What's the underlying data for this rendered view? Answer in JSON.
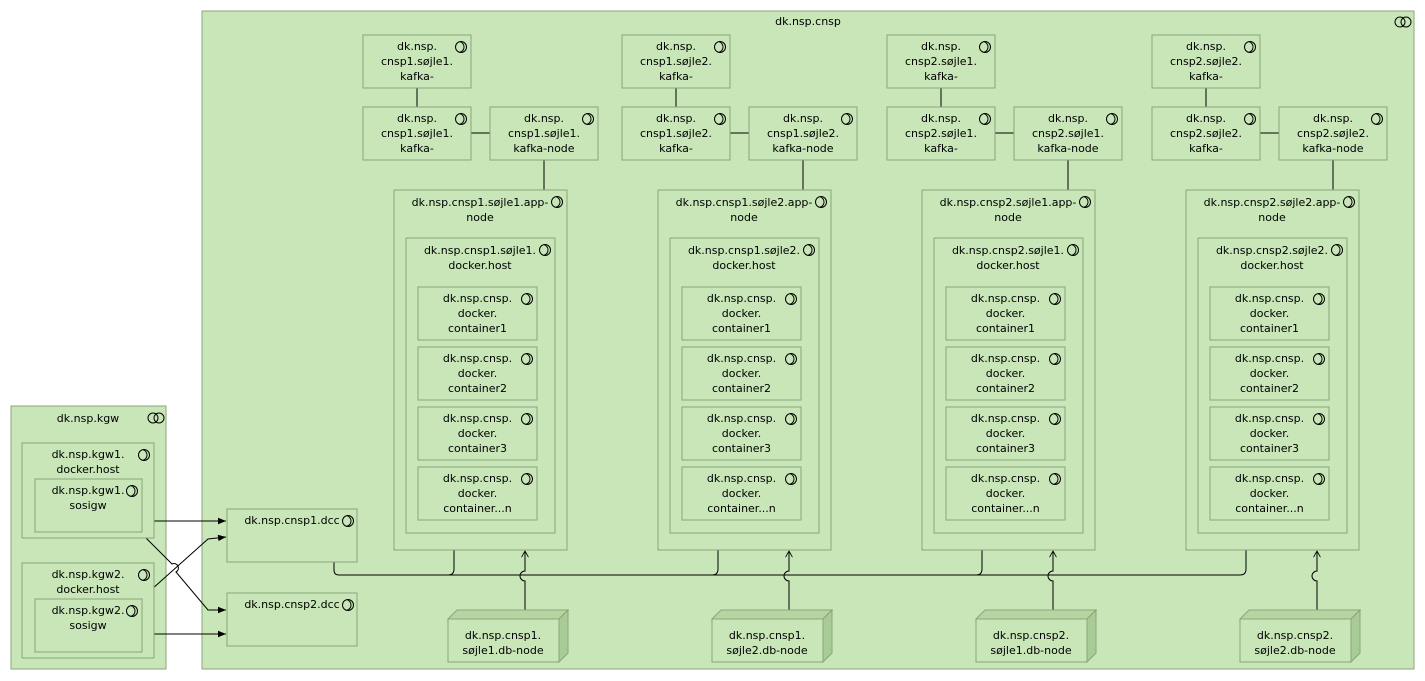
{
  "diagram": {
    "root": {
      "label": "dk.nsp.cnsp"
    },
    "kgw": {
      "label": "dk.nsp.kgw",
      "hosts": [
        {
          "label": "dk.nsp.kgw1.\ndocker.host",
          "sosigw": "dk.nsp.kgw1.\nsosigw"
        },
        {
          "label": "dk.nsp.kgw2.\ndocker.host",
          "sosigw": "dk.nsp.kgw2.\nsosigw"
        }
      ]
    },
    "dcc": [
      {
        "label": "dk.nsp.cnsp1.dcc"
      },
      {
        "label": "dk.nsp.cnsp2.dcc"
      }
    ],
    "columns": [
      {
        "kafka_top": "dk.nsp.\ncnsp1.søjle1.\nkafka-",
        "kafka_mid": "dk.nsp.\ncnsp1.søjle1.\nkafka-",
        "kafka_node": "dk.nsp.\ncnsp1.søjle1.\nkafka-node",
        "app_node": "dk.nsp.cnsp1.søjle1.app-\nnode",
        "docker_host": "dk.nsp.cnsp1.søjle1.\ndocker.host",
        "containers": [
          "dk.nsp.cnsp.\ndocker.\ncontainer1",
          "dk.nsp.cnsp.\ndocker.\ncontainer2",
          "dk.nsp.cnsp.\ndocker.\ncontainer3",
          "dk.nsp.cnsp.\ndocker.\ncontainer...n"
        ],
        "db_node": "dk.nsp.cnsp1.\nsøjle1.db-node"
      },
      {
        "kafka_top": "dk.nsp.\ncnsp1.søjle2.\nkafka-",
        "kafka_mid": "dk.nsp.\ncnsp1.søjle2.\nkafka-",
        "kafka_node": "dk.nsp.\ncnsp1.søjle2.\nkafka-node",
        "app_node": "dk.nsp.cnsp1.søjle2.app-\nnode",
        "docker_host": "dk.nsp.cnsp1.søjle2.\ndocker.host",
        "containers": [
          "dk.nsp.cnsp.\ndocker.\ncontainer1",
          "dk.nsp.cnsp.\ndocker.\ncontainer2",
          "dk.nsp.cnsp.\ndocker.\ncontainer3",
          "dk.nsp.cnsp.\ndocker.\ncontainer...n"
        ],
        "db_node": "dk.nsp.cnsp1.\nsøjle2.db-node"
      },
      {
        "kafka_top": "dk.nsp.\ncnsp2.søjle1.\nkafka-",
        "kafka_mid": "dk.nsp.\ncnsp2.søjle1.\nkafka-",
        "kafka_node": "dk.nsp.\ncnsp2.søjle1.\nkafka-node",
        "app_node": "dk.nsp.cnsp2.søjle1.app-\nnode",
        "docker_host": "dk.nsp.cnsp2.søjle1.\ndocker.host",
        "containers": [
          "dk.nsp.cnsp.\ndocker.\ncontainer1",
          "dk.nsp.cnsp.\ndocker.\ncontainer2",
          "dk.nsp.cnsp.\ndocker.\ncontainer3",
          "dk.nsp.cnsp.\ndocker.\ncontainer...n"
        ],
        "db_node": "dk.nsp.cnsp2.\nsøjle1.db-node"
      },
      {
        "kafka_top": "dk.nsp.\ncnsp2.søjle2.\nkafka-",
        "kafka_mid": "dk.nsp.\ncnsp2.søjle2.\nkafka-",
        "kafka_node": "dk.nsp.\ncnsp2.søjle2.\nkafka-node",
        "app_node": "dk.nsp.cnsp2.søjle2.app-\nnode",
        "docker_host": "dk.nsp.cnsp2.søjle2.\ndocker.host",
        "containers": [
          "dk.nsp.cnsp.\ndocker.\ncontainer1",
          "dk.nsp.cnsp.\ndocker.\ncontainer2",
          "dk.nsp.cnsp.\ndocker.\ncontainer3",
          "dk.nsp.cnsp.\ndocker.\ncontainer...n"
        ],
        "db_node": "dk.nsp.cnsp2.\nsøjle2.db-node"
      }
    ],
    "colors": {
      "fill": "#c8e6b8",
      "stroke": "#8aa57c",
      "db_fill": "#b5d6a3"
    }
  }
}
